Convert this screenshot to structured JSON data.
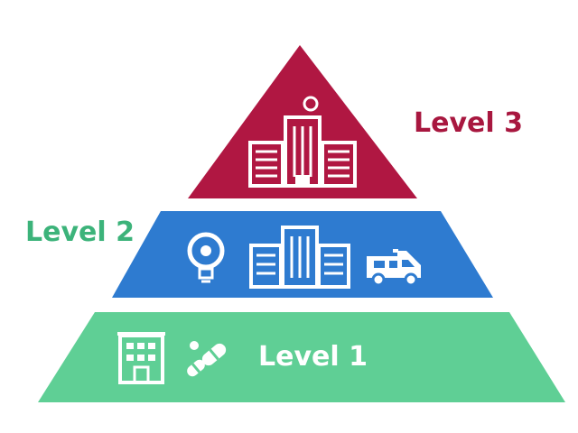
{
  "pyramid": {
    "levels": [
      {
        "label": "Level 3",
        "fill_color": "#b01742",
        "label_color": "#a8173f",
        "icons": [
          "hospital-complex-icon"
        ]
      },
      {
        "label": "Level 2",
        "fill_color": "#2e7bd0",
        "label_color": "#3cb37a",
        "icons": [
          "lightbulb-icon",
          "hospital-building-icon",
          "ambulance-icon"
        ]
      },
      {
        "label": "Level 1",
        "fill_color": "#5fcf95",
        "label_color": "#ffffff",
        "icons": [
          "clinic-building-icon",
          "pills-icon"
        ]
      }
    ]
  }
}
